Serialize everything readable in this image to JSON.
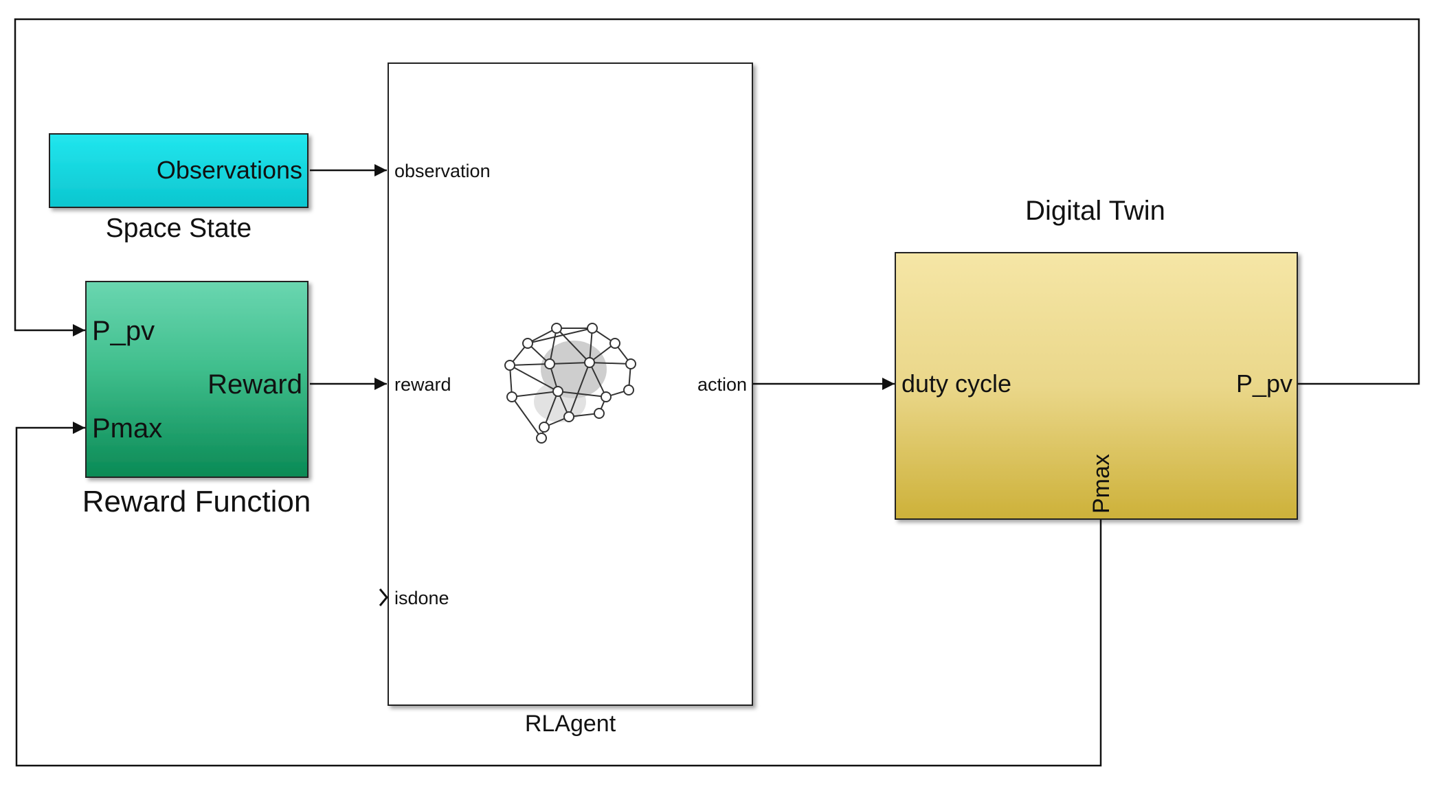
{
  "blocks": {
    "observations": {
      "port_out": "Observations",
      "caption": "Space State",
      "fill": "#12d8e0"
    },
    "reward_function": {
      "port_in_1": "P_pv",
      "port_in_2": "Pmax",
      "port_out": "Reward",
      "caption": "Reward Function",
      "fill_top": "#6ad6b0",
      "fill_bottom": "#0a8a55"
    },
    "rl_agent": {
      "port_observation": "observation",
      "port_reward": "reward",
      "port_isdone": "isdone",
      "port_action": "action",
      "caption": "RLAgent",
      "icon": "neural-network-brain-icon"
    },
    "digital_twin": {
      "title": "Digital Twin",
      "port_in": "duty cycle",
      "port_out": "P_pv",
      "port_bottom": "Pmax",
      "fill_top": "#f5e6a6",
      "fill_bottom": "#cdb139"
    }
  },
  "colors": {
    "line": "#111111",
    "border": "#222222"
  }
}
